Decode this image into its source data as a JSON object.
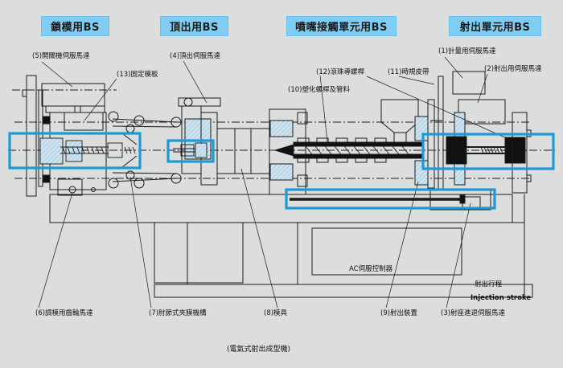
{
  "headers": {
    "clamp_bs": "鎖模用BS",
    "ejector_bs": "頂出用BS",
    "nozzle_touch_bs": "噴嘴接觸單元用BS",
    "injection_unit_bs": "射出單元用BS"
  },
  "labels": {
    "l5": "(5)開關機伺服馬達",
    "l13": "(13)固定模板",
    "l4": "(4)頂出伺服馬達",
    "l12": "(12)滾珠導螺桿",
    "l11": "(11)時規皮帶",
    "l10": "(10)塑化螺桿及管料",
    "l1": "(1)計量用伺服馬達",
    "l2": "(2)射出用伺服馬達",
    "l6": "(6)調模用齒輪馬達",
    "l7": "(7)肘節式夾膜機構",
    "l8": "(8)模具",
    "l9": "(9)射出裝置",
    "l3": "(3)射座進退伺服馬達",
    "ac_controller": "AC伺服控制器",
    "stroke_zh": "射出行程",
    "stroke_en": "Injection stroke"
  },
  "caption": "(電氣式射出成型機)",
  "colors": {
    "background": "#dcdedd",
    "highlight_box": "#1b9ad6",
    "header_fill": "#7fcdf2",
    "line": "#1a1a1a",
    "hatch": "#9cc6dc"
  }
}
